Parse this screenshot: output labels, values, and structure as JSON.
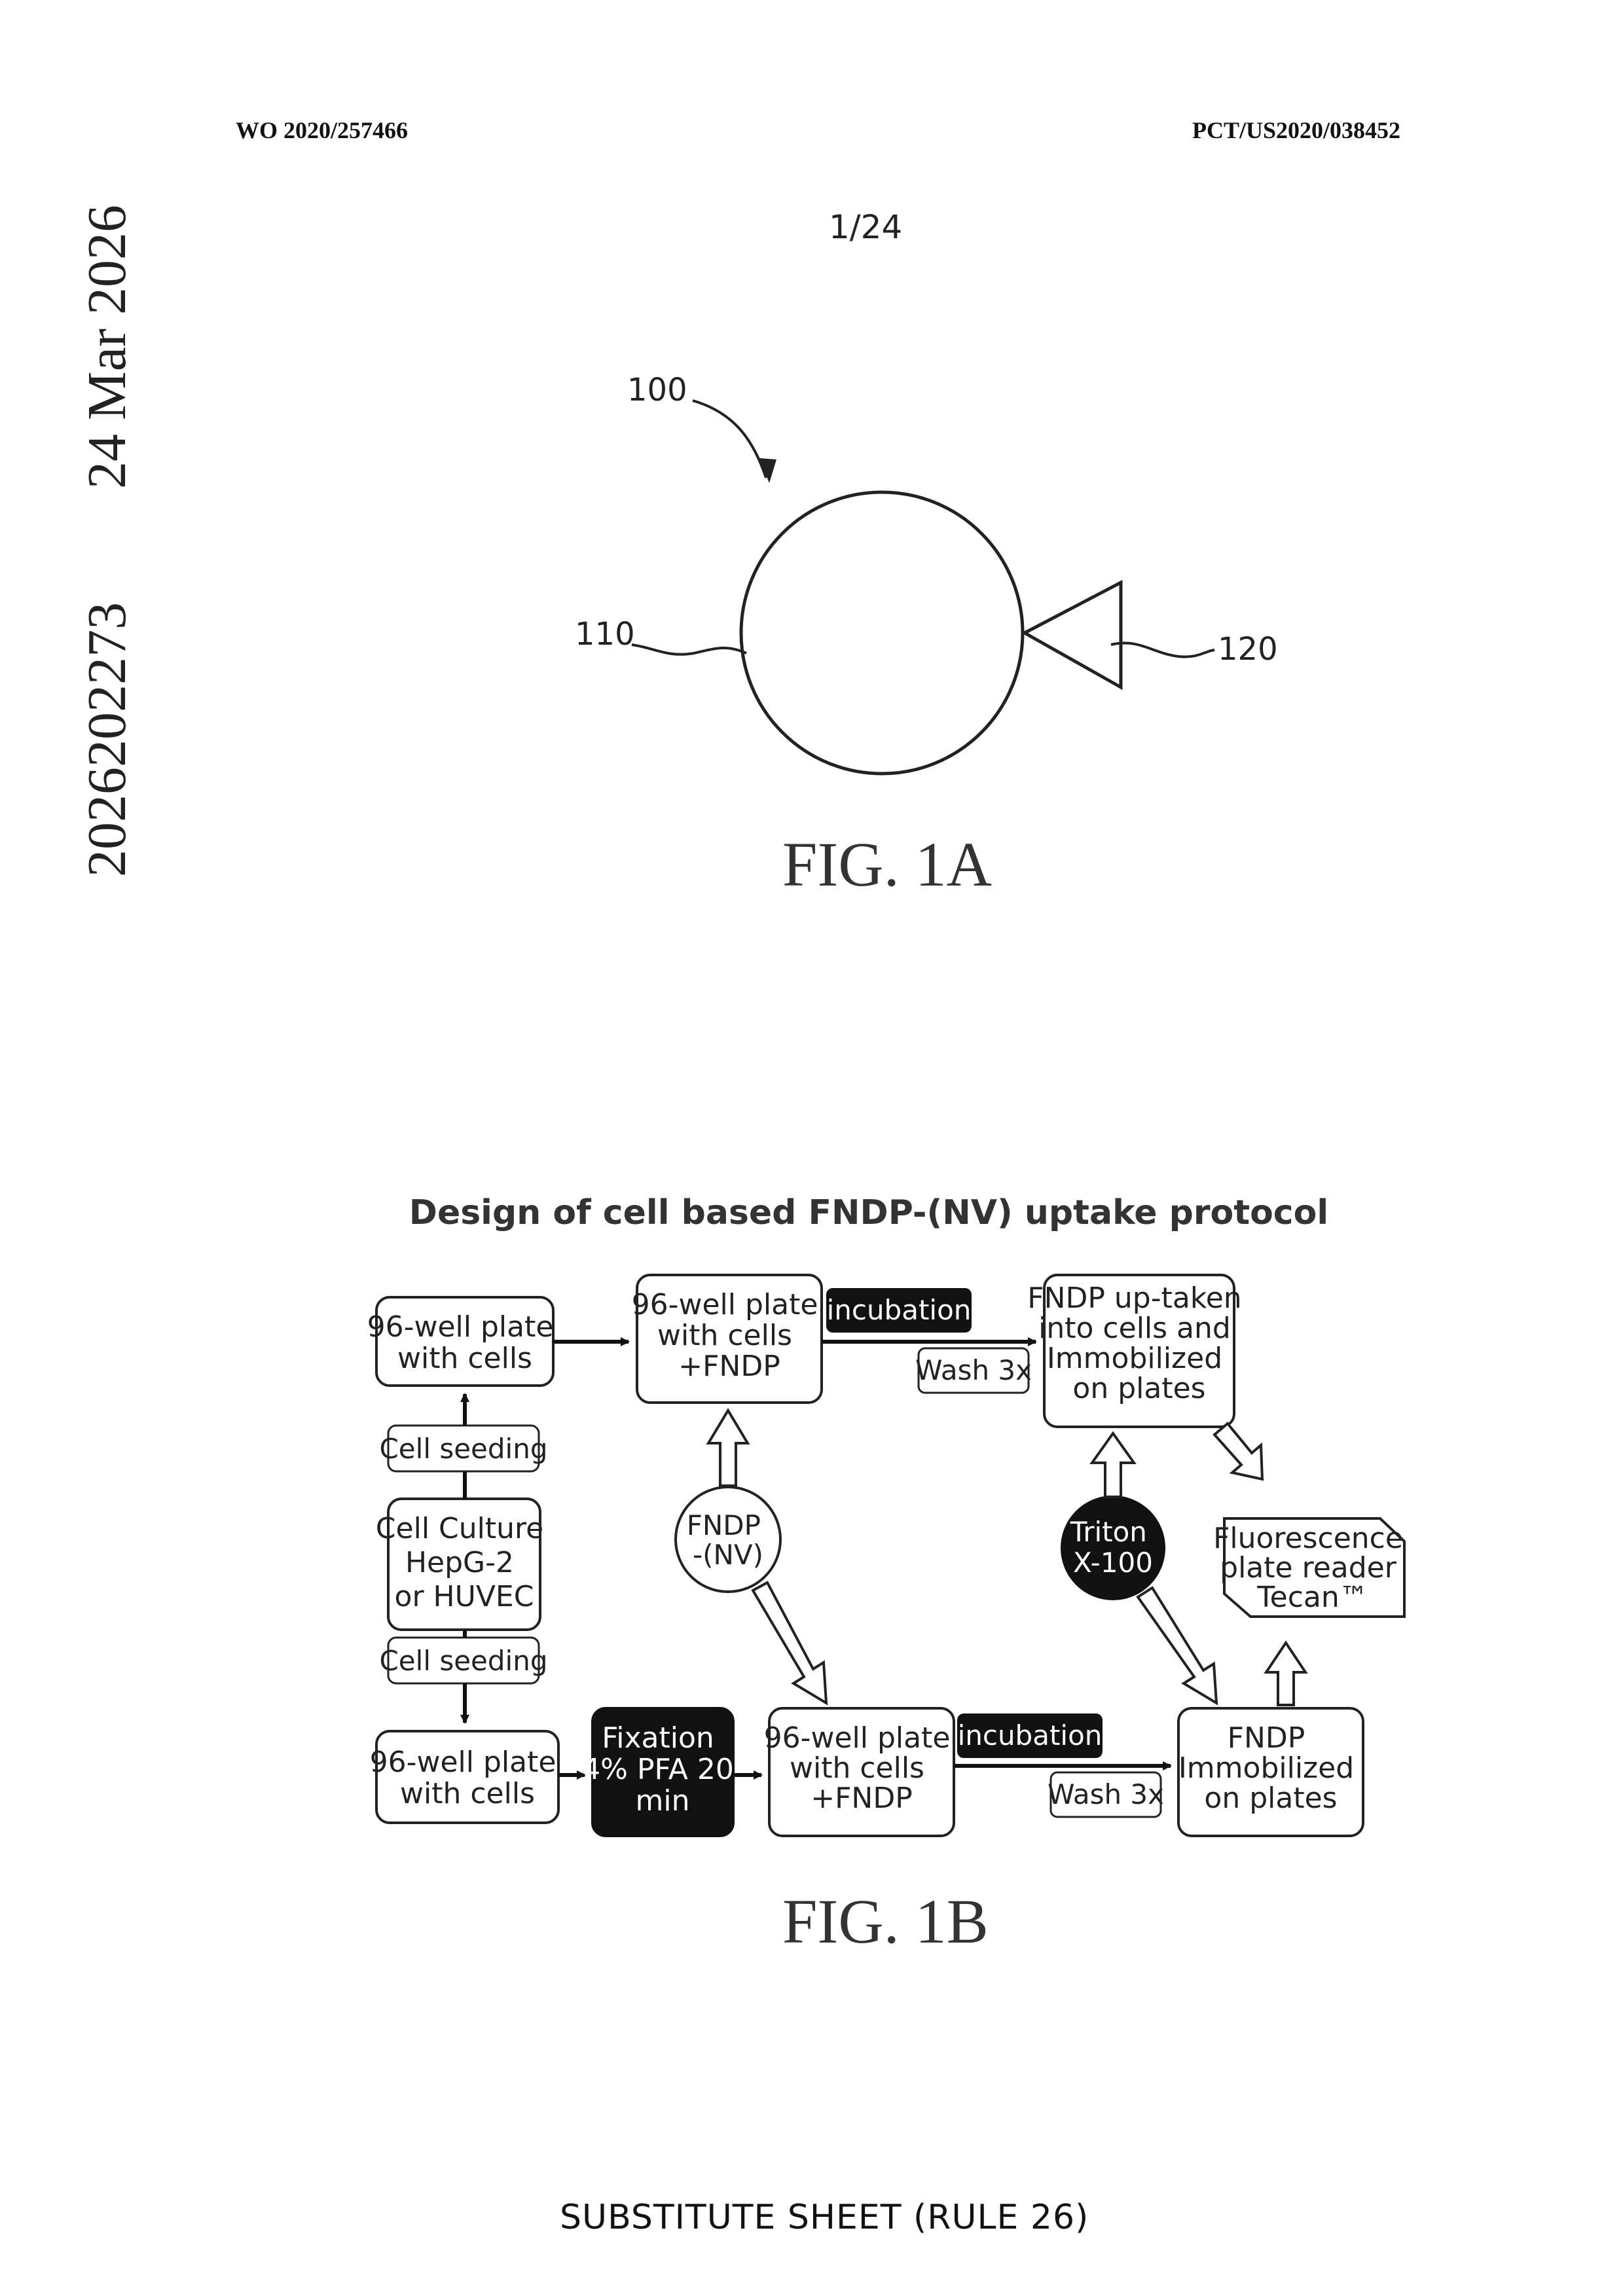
{
  "header": {
    "left": "WO 2020/257466",
    "right": "PCT/US2020/038452"
  },
  "page_number": "1/24",
  "side_stamp": {
    "date": "24 Mar 2026",
    "number": "2026202273"
  },
  "fig1a": {
    "label": "FIG. 1A",
    "ref_100": "100",
    "ref_110": "110",
    "ref_120": "120"
  },
  "fig1b": {
    "label": "FIG. 1B",
    "title": "Design of cell based FNDP-(NV) uptake protocol",
    "boxes": {
      "plate_top_left": [
        "96-well plate",
        "with cells"
      ],
      "plate_top_mid": [
        "96-well plate",
        "with cells",
        "+FNDP"
      ],
      "uptaken": [
        "FNDP up-taken",
        "into cells and",
        "Immobilized",
        "on plates"
      ],
      "cell_culture": [
        "Cell Culture",
        "HepG-2",
        "or HUVEC"
      ],
      "plate_bottom_left": [
        "96-well plate",
        "with cells"
      ],
      "fixation": [
        "Fixation",
        "4% PFA 20",
        "min"
      ],
      "plate_bottom_mid": [
        "96-well plate",
        "with cells",
        "+FNDP"
      ],
      "immobilized": [
        "FNDP",
        "Immobilized",
        "on plates"
      ],
      "reader": [
        "Fluorescence",
        "plate reader",
        "Tecan™"
      ]
    },
    "labels": {
      "cell_seeding_top": "Cell seeding",
      "cell_seeding_bottom": "Cell seeding",
      "incubation_top": "incubation",
      "wash_top": "Wash 3x",
      "incubation_bottom": "incubation",
      "wash_bottom": "Wash 3x"
    },
    "circles": {
      "fndp": [
        "FNDP",
        "-(NV)"
      ],
      "triton": [
        "Triton",
        "X-100"
      ]
    }
  },
  "footer": "SUBSTITUTE SHEET (RULE 26)"
}
